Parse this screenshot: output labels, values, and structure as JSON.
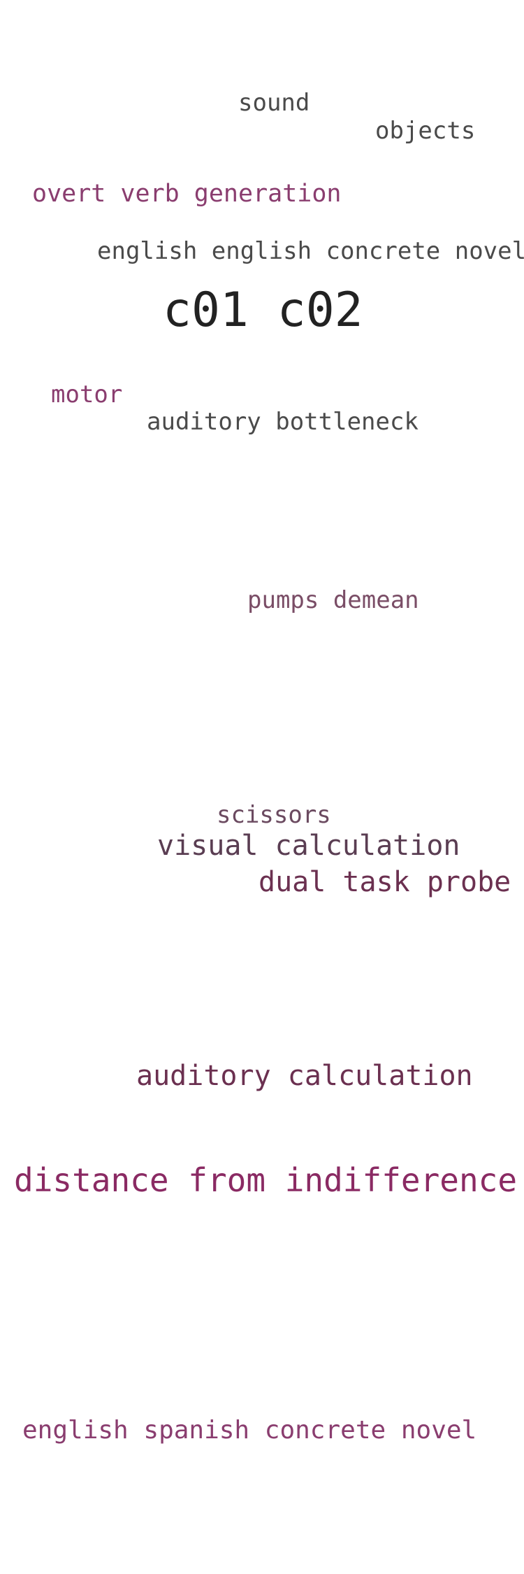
{
  "words": [
    {
      "text": "sound",
      "color": "#4a4a4a"
    },
    {
      "text": "objects",
      "color": "#4a4a4a"
    },
    {
      "text": "overt verb generation",
      "color": "#8a3d6f"
    },
    {
      "text": "english english concrete novel",
      "color": "#4a4a4a"
    },
    {
      "text": "c01 c02",
      "color": "#222222"
    },
    {
      "text": "motor",
      "color": "#8a3d6f"
    },
    {
      "text": "auditory bottleneck",
      "color": "#4a4a4a"
    },
    {
      "text": "pumps demean",
      "color": "#7a4d66"
    },
    {
      "text": "scissors",
      "color": "#6b4a60"
    },
    {
      "text": "visual calculation",
      "color": "#5a3d52"
    },
    {
      "text": "dual task probe",
      "color": "#6b3050"
    },
    {
      "text": "auditory calculation",
      "color": "#6b3050"
    },
    {
      "text": "distance from indifference",
      "color": "#8a2a63"
    },
    {
      "text": "english spanish concrete novel",
      "color": "#8a3d6f"
    }
  ]
}
